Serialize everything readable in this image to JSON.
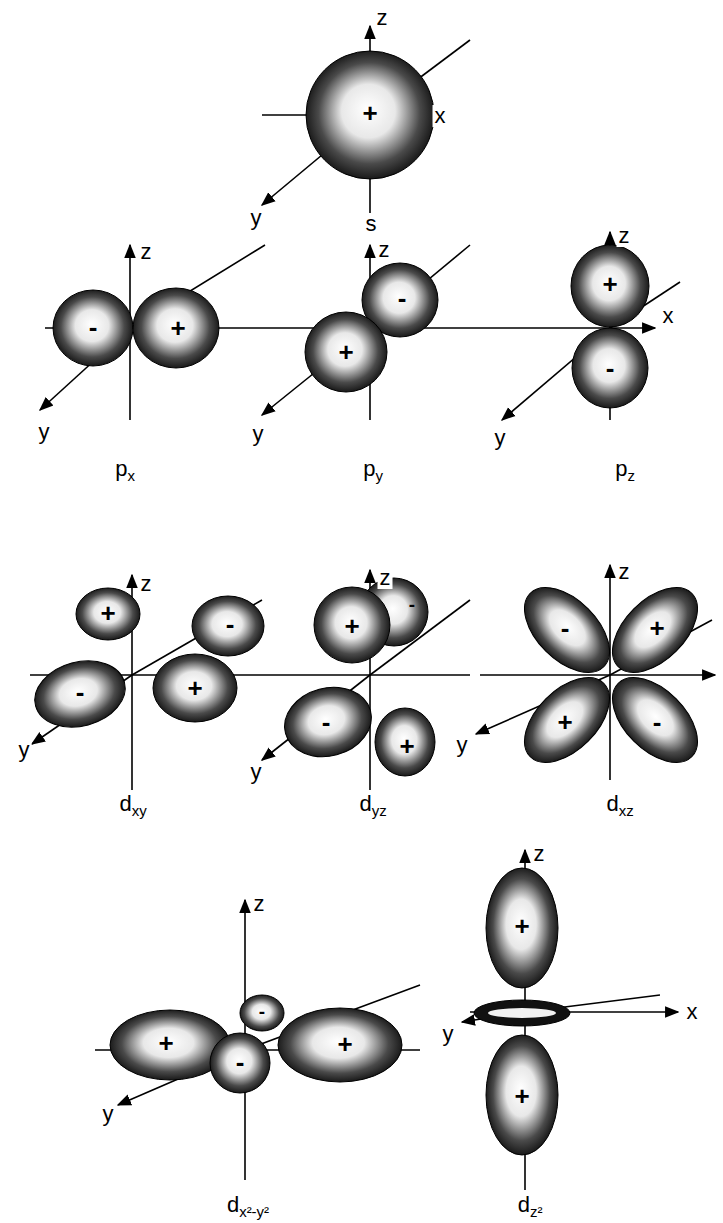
{
  "diagram": {
    "labels": [
      "z",
      "+",
      "x",
      "y",
      "s",
      "z",
      "-",
      "+",
      "y",
      "px",
      "z",
      "-",
      "+",
      "y",
      "py",
      "z",
      "+",
      "x",
      "-",
      "y",
      "pz",
      "z",
      "+",
      "-",
      "-",
      "+",
      "y",
      "dxy",
      "z",
      "+",
      "-",
      "-",
      "+",
      "y",
      "dyz",
      "z",
      "-",
      "+",
      "y",
      "+",
      "-",
      "dxz",
      "z",
      "-",
      "+",
      "-",
      "+",
      "y",
      "dx²-y²",
      "z",
      "+",
      "x",
      "y",
      "+",
      "dz²"
    ]
  }
}
